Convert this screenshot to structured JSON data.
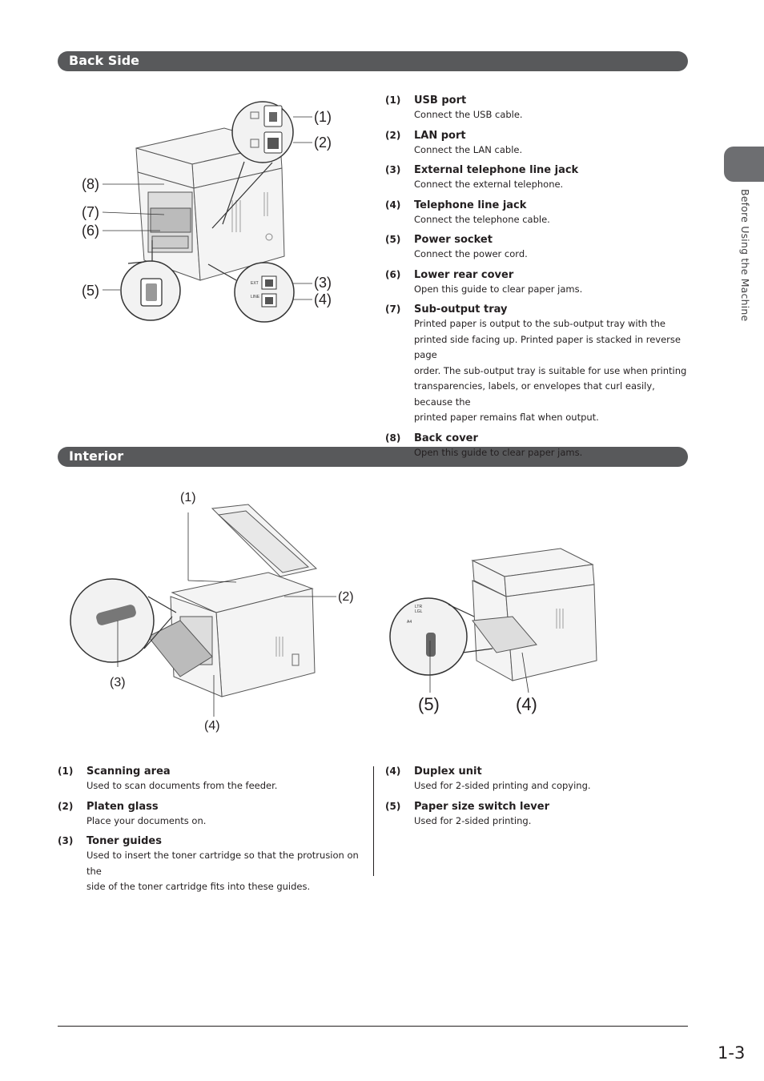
{
  "sections": {
    "back_side": "Back Side",
    "interior": "Interior"
  },
  "side_tab": {
    "label": "Before Using the Machine"
  },
  "back_figure": {
    "callouts": [
      "(1)",
      "(2)",
      "(3)",
      "(4)",
      "(5)",
      "(6)",
      "(7)",
      "(8)"
    ],
    "port_labels": [
      "EXT",
      "LINE",
      "LTR",
      "LGL",
      "A4"
    ]
  },
  "back_items": [
    {
      "num": "(1)",
      "name": "USB port",
      "text": [
        "Connect the USB cable."
      ]
    },
    {
      "num": "(2)",
      "name": "LAN port",
      "text": [
        "Connect the LAN cable."
      ]
    },
    {
      "num": "(3)",
      "name": "External telephone line jack",
      "text": [
        "Connect the external telephone."
      ]
    },
    {
      "num": "(4)",
      "name": "Telephone line jack",
      "text": [
        "Connect the telephone cable."
      ]
    },
    {
      "num": "(5)",
      "name": "Power socket",
      "text": [
        "Connect the power cord."
      ]
    },
    {
      "num": "(6)",
      "name": "Lower rear cover",
      "text": [
        "Open this guide to clear paper jams."
      ]
    },
    {
      "num": "(7)",
      "name": "Sub-output tray",
      "text": [
        "Printed paper is output to the sub-output tray with the",
        "printed side facing up. Printed paper is stacked in reverse page",
        "order. The sub-output tray is suitable for use when printing",
        "transparencies, labels, or envelopes that curl easily, because the",
        "printed paper remains flat when output."
      ]
    },
    {
      "num": "(8)",
      "name": "Back cover",
      "text": [
        "Open this guide to clear paper jams."
      ]
    }
  ],
  "interior_figure": {
    "callouts": [
      "(1)",
      "(2)",
      "(3)",
      "(4)",
      "(5)",
      "(4)"
    ]
  },
  "interior_items_left": [
    {
      "num": "(1)",
      "name": "Scanning area",
      "text": [
        "Used to scan documents from the feeder."
      ]
    },
    {
      "num": "(2)",
      "name": "Platen glass",
      "text": [
        "Place your documents on."
      ]
    },
    {
      "num": "(3)",
      "name": "Toner guides",
      "text": [
        "Used to insert the toner cartridge so that the protrusion on the",
        "side of the toner cartridge fits into these guides."
      ]
    }
  ],
  "interior_items_right": [
    {
      "num": "(4)",
      "name": "Duplex unit",
      "text": [
        "Used for 2-sided printing and copying."
      ]
    },
    {
      "num": "(5)",
      "name": "Paper size switch lever",
      "text": [
        "Used for 2-sided printing."
      ]
    }
  ],
  "footer": {
    "page_number": "1-3"
  }
}
